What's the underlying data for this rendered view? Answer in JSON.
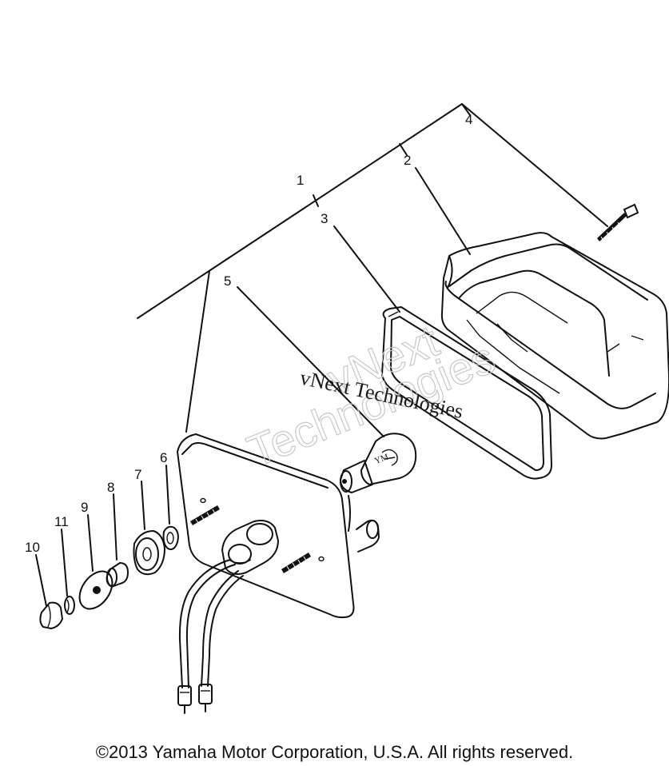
{
  "callouts": [
    "1",
    "2",
    "3",
    "4",
    "5",
    "6",
    "7",
    "8",
    "9",
    "10",
    "11"
  ],
  "watermark": {
    "outline_line1": "vNext",
    "outline_line2": "Technologies",
    "serif_text": "vNext Technologies"
  },
  "copyright": "©2013 Yamaha Motor Corporation, U.S.A. All rights reserved.",
  "colors": {
    "ink": "#111111",
    "background": "#ffffff",
    "watermark_outline": "#c8c8c8"
  }
}
